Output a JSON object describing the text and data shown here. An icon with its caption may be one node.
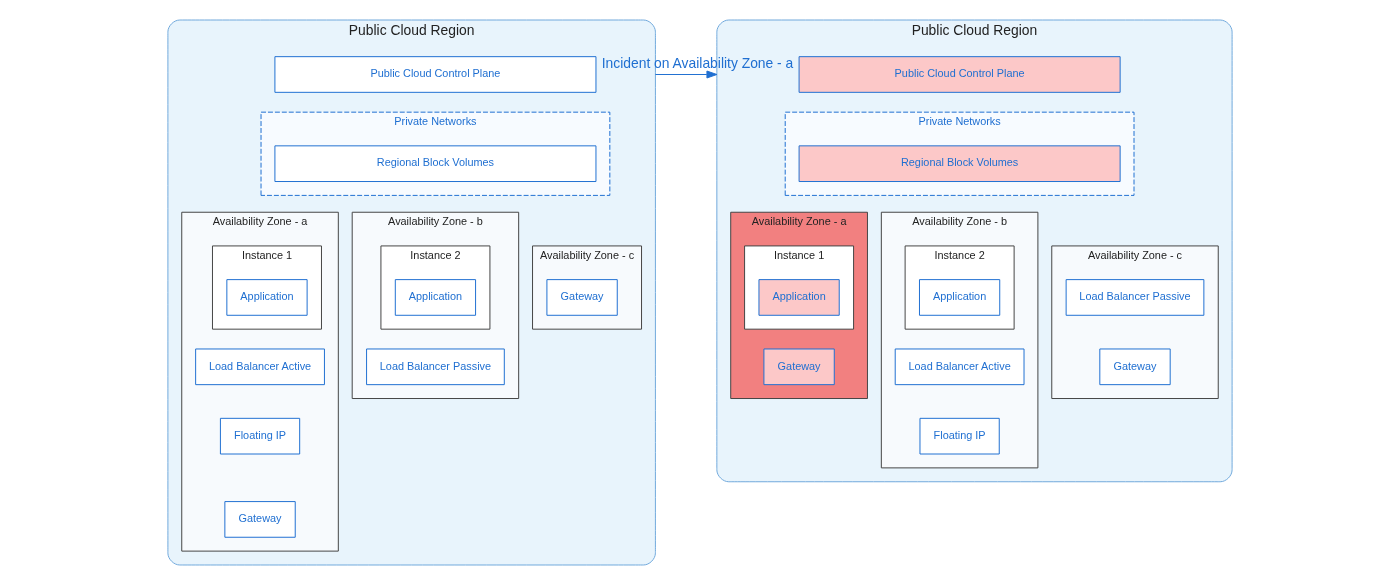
{
  "diagram": {
    "nodes": [
      {
        "text": [
          "Public Cloud Region"
        ]
      },
      {
        "text": [
          "Availability Zone - a"
        ],
        "in": 0
      },
      {
        "text": [
          "Availability Zone - b"
        ],
        "in": 0
      },
      {
        "text": [
          "Availability Zone - c"
        ],
        "in": 0
      },
      {
        "text": [
          "Public Cloud Control Plane"
        ],
        "in": 0
      },
      {
        "text": [
          "Private Networks"
        ],
        "in": 0
      },
      {
        "text": [
          "Regional Block Volumes"
        ],
        "in": 5
      },
      {
        "text": [
          "Instance 1"
        ],
        "in": 1
      },
      {
        "text": [
          "Application"
        ],
        "in": 7
      },
      {
        "text": [
          "Instance 2"
        ],
        "in": 2
      },
      {
        "text": [
          "Application"
        ],
        "in": 9
      },
      {
        "text": [
          "Load Balancer Active"
        ],
        "in": 1
      },
      {
        "text": [
          "Load Balancer Passive"
        ],
        "in": 2
      },
      {
        "text": [
          "Floating IP"
        ],
        "in": 1
      },
      {
        "text": [
          "Gateway"
        ],
        "in": 1
      },
      {
        "text": [
          "Gateway"
        ],
        "in": 3
      },
      {
        "text": [
          "Public Cloud Region"
        ]
      },
      {
        "text": [
          "Availability Zone - a"
        ],
        "in": 16
      },
      {
        "text": [
          "Availability Zone - b"
        ],
        "in": 16
      },
      {
        "text": [
          "Availability Zone - c"
        ],
        "in": 16
      },
      {
        "text": [
          "Public Cloud Control Plane"
        ],
        "in": 16
      },
      {
        "text": [
          "Private Networks"
        ],
        "in": 16
      },
      {
        "text": [
          "Regional Block Volumes"
        ],
        "in": 21
      },
      {
        "text": [
          "Instance 1"
        ],
        "in": 17
      },
      {
        "text": [
          "Application"
        ],
        "in": 23
      },
      {
        "text": [
          "Instance 2"
        ],
        "in": 18
      },
      {
        "text": [
          "Application"
        ],
        "in": 25
      },
      {
        "text": [
          "Load Balancer Active"
        ],
        "in": 18
      },
      {
        "text": [
          "Load Balancer Passive"
        ],
        "in": 19
      },
      {
        "text": [
          "Gateway"
        ],
        "in": 17
      },
      {
        "text": [
          "Floating IP"
        ],
        "in": 18
      },
      {
        "text": [
          "Gateway"
        ],
        "in": 19
      }
    ],
    "edges": [
      {
        "from": 0,
        "to": 16,
        "arrow": "to",
        "label": "Incident on Availability Zone - a"
      }
    ]
  }
}
